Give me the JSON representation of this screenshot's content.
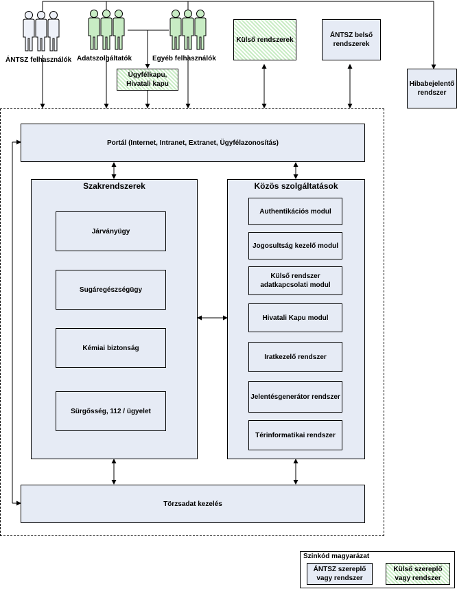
{
  "actors": {
    "antsz_users": "ÁNTSZ felhasználók",
    "data_providers": "Adatszolgáltatók",
    "other_users": "Egyéb felhasználók"
  },
  "top": {
    "ugyfelkapu": "Ügyfélkapu, Hivatali kapu",
    "kulso_rendszerek": "Külső rendszerek",
    "antsz_belso": "ÁNTSZ belső rendszerek",
    "hibabejelento": "Hibabejelentő rendszer"
  },
  "portal": "Portál (Internet, Intranet, Extranet, Ügyfélazonosítás)",
  "szak": {
    "title": "Szakrendszerek",
    "items": [
      "Járványügy",
      "Sugáregészségügy",
      "Kémiai biztonság",
      "Sürgősség, 112 / ügyelet"
    ]
  },
  "kozos": {
    "title": "Közös szolgáltatások",
    "items": [
      "Authentikációs modul",
      "Jogosultság kezelő modul",
      "Külső rendszer adatkapcsolati modul",
      "Hivatali Kapu modul",
      "Iratkezelő rendszer",
      "Jelentésgenerátor rendszer",
      "Térinformatikai rendszer"
    ]
  },
  "torzs": "Törzsadat kezelés",
  "legend": {
    "title": "Színkód magyarázat",
    "internal": "ÁNTSZ szereplő vagy rendszer",
    "external": "Külső szereplő vagy rendszer"
  },
  "colors": {
    "internal_fill": "#e6ebf5",
    "external_fill": "#c8ecc4"
  }
}
